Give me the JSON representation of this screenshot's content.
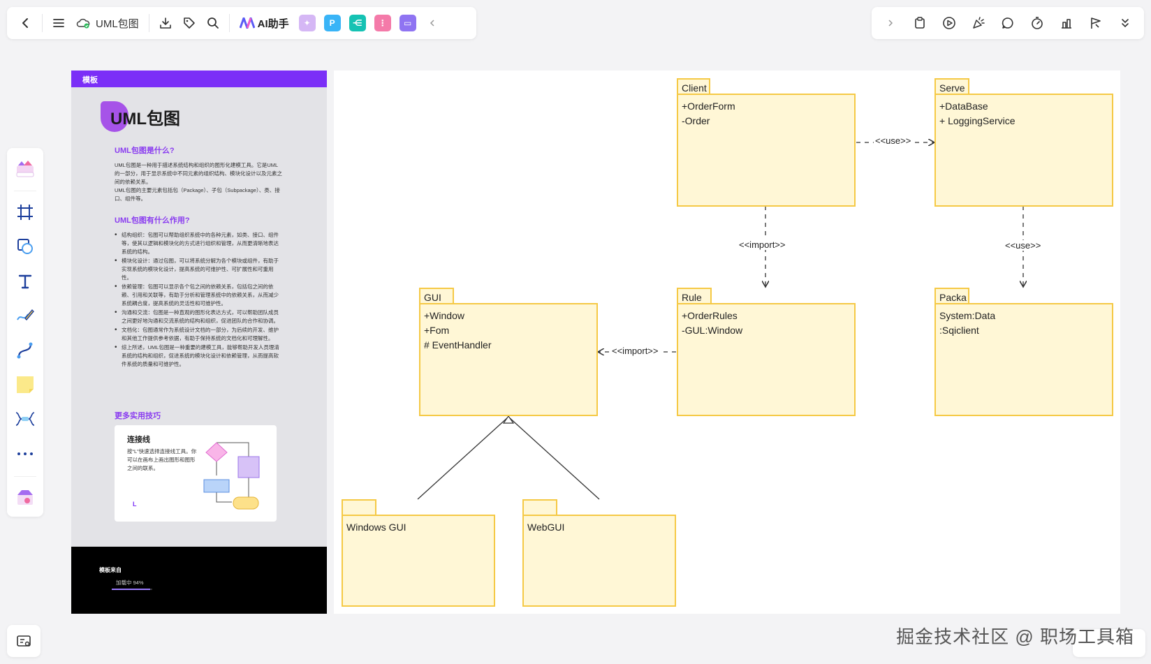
{
  "toolbar": {
    "title": "UML包图",
    "ai_label": "AI助手",
    "plugins": [
      {
        "name": "image-plugin",
        "color": "#c9a6f2"
      },
      {
        "name": "p-plugin",
        "color": "#2fb1f5",
        "glyph": "P"
      },
      {
        "name": "mindmap-plugin",
        "color": "#18c3b8"
      },
      {
        "name": "flow-plugin",
        "color": "#f06ea0"
      },
      {
        "name": "chat-plugin",
        "color": "#8b6cf0"
      }
    ]
  },
  "template": {
    "header": "模板",
    "title": "UML包图",
    "section1_heading": "UML包图是什么?",
    "section1_p1": "UML包图是一种用于描述系统结构和组织的图形化建模工具。它是UML的一部分，用于显示系统中不同元素的组织结构、模块化设计以及元素之间的依赖关系。",
    "section1_p2": "UML包图的主要元素包括包（Package）、子包（Subpackage）、类、接口、组件等。",
    "section2_heading": "UML包图有什么作用?",
    "bullets": [
      "结构组织：包图可以帮助组织系统中的各种元素，如类、接口、组件等，使其以逻辑和模块化的方式进行组织和管理，从而更清晰地表达系统的结构。",
      "模块化设计：通过包图，可以将系统分解为各个模块或组件，有助于实现系统的模块化设计，提高系统的可维护性、可扩展性和可重用性。",
      "依赖管理：包图可以显示各个包之间的依赖关系，包括包之间的依赖、引用和关联等，有助于分析和管理系统中的依赖关系，从而减少系统耦合度，提高系统的灵活性和可维护性。",
      "沟通和交流：包图是一种直观的图形化表达方式，可以帮助团队成员之间更好地沟通和交流系统的结构和组织，促进团队的合作和协调。",
      "文档化：包图通常作为系统设计文档的一部分，为后续的开发、维护和其他工作提供参考依据，有助于保持系统的文档化和可理解性。",
      "综上所述，UML包图是一种重要的建模工具，能够帮助开发人员理清系统的结构和组织，促进系统的模块化设计和依赖管理，从而提高软件系统的质量和可维护性。"
    ],
    "section3_heading": "更多实用技巧",
    "tip_title": "连接线",
    "tip_text": "按“L”快速选择连接线工具。你可以在画布上画出图形和图形之间的联系。",
    "tip_key": "L",
    "footer_source": "模板来自",
    "footer_loading": "加载中 94%",
    "loading_progress": 0.94
  },
  "diagram": {
    "packages": [
      {
        "id": "client",
        "name": "Client",
        "lines": [
          "+OrderForm",
          "-Order"
        ]
      },
      {
        "id": "serve",
        "name": "Serve",
        "lines": [
          "+DataBase",
          "+ LoggingService"
        ]
      },
      {
        "id": "gui",
        "name": "GUI",
        "lines": [
          "+Window",
          "+Fom",
          "# EventHandler"
        ]
      },
      {
        "id": "rule",
        "name": "Rule",
        "lines": [
          "+OrderRules",
          "-GUL:Window"
        ]
      },
      {
        "id": "packa",
        "name": "Packa",
        "lines": [
          "System:Data",
          ":Sqiclient"
        ]
      },
      {
        "id": "windowsgui",
        "name": "Windows GUI",
        "lines": []
      },
      {
        "id": "webgui",
        "name": "WebGUI",
        "lines": []
      }
    ],
    "labels": {
      "client_serve": "<<use>>",
      "client_rule": "<<import>>",
      "serve_packa": "<<use>>",
      "rule_gui": "<<import>>"
    }
  },
  "watermark": "掘金技术社区 @ 职场工具箱"
}
